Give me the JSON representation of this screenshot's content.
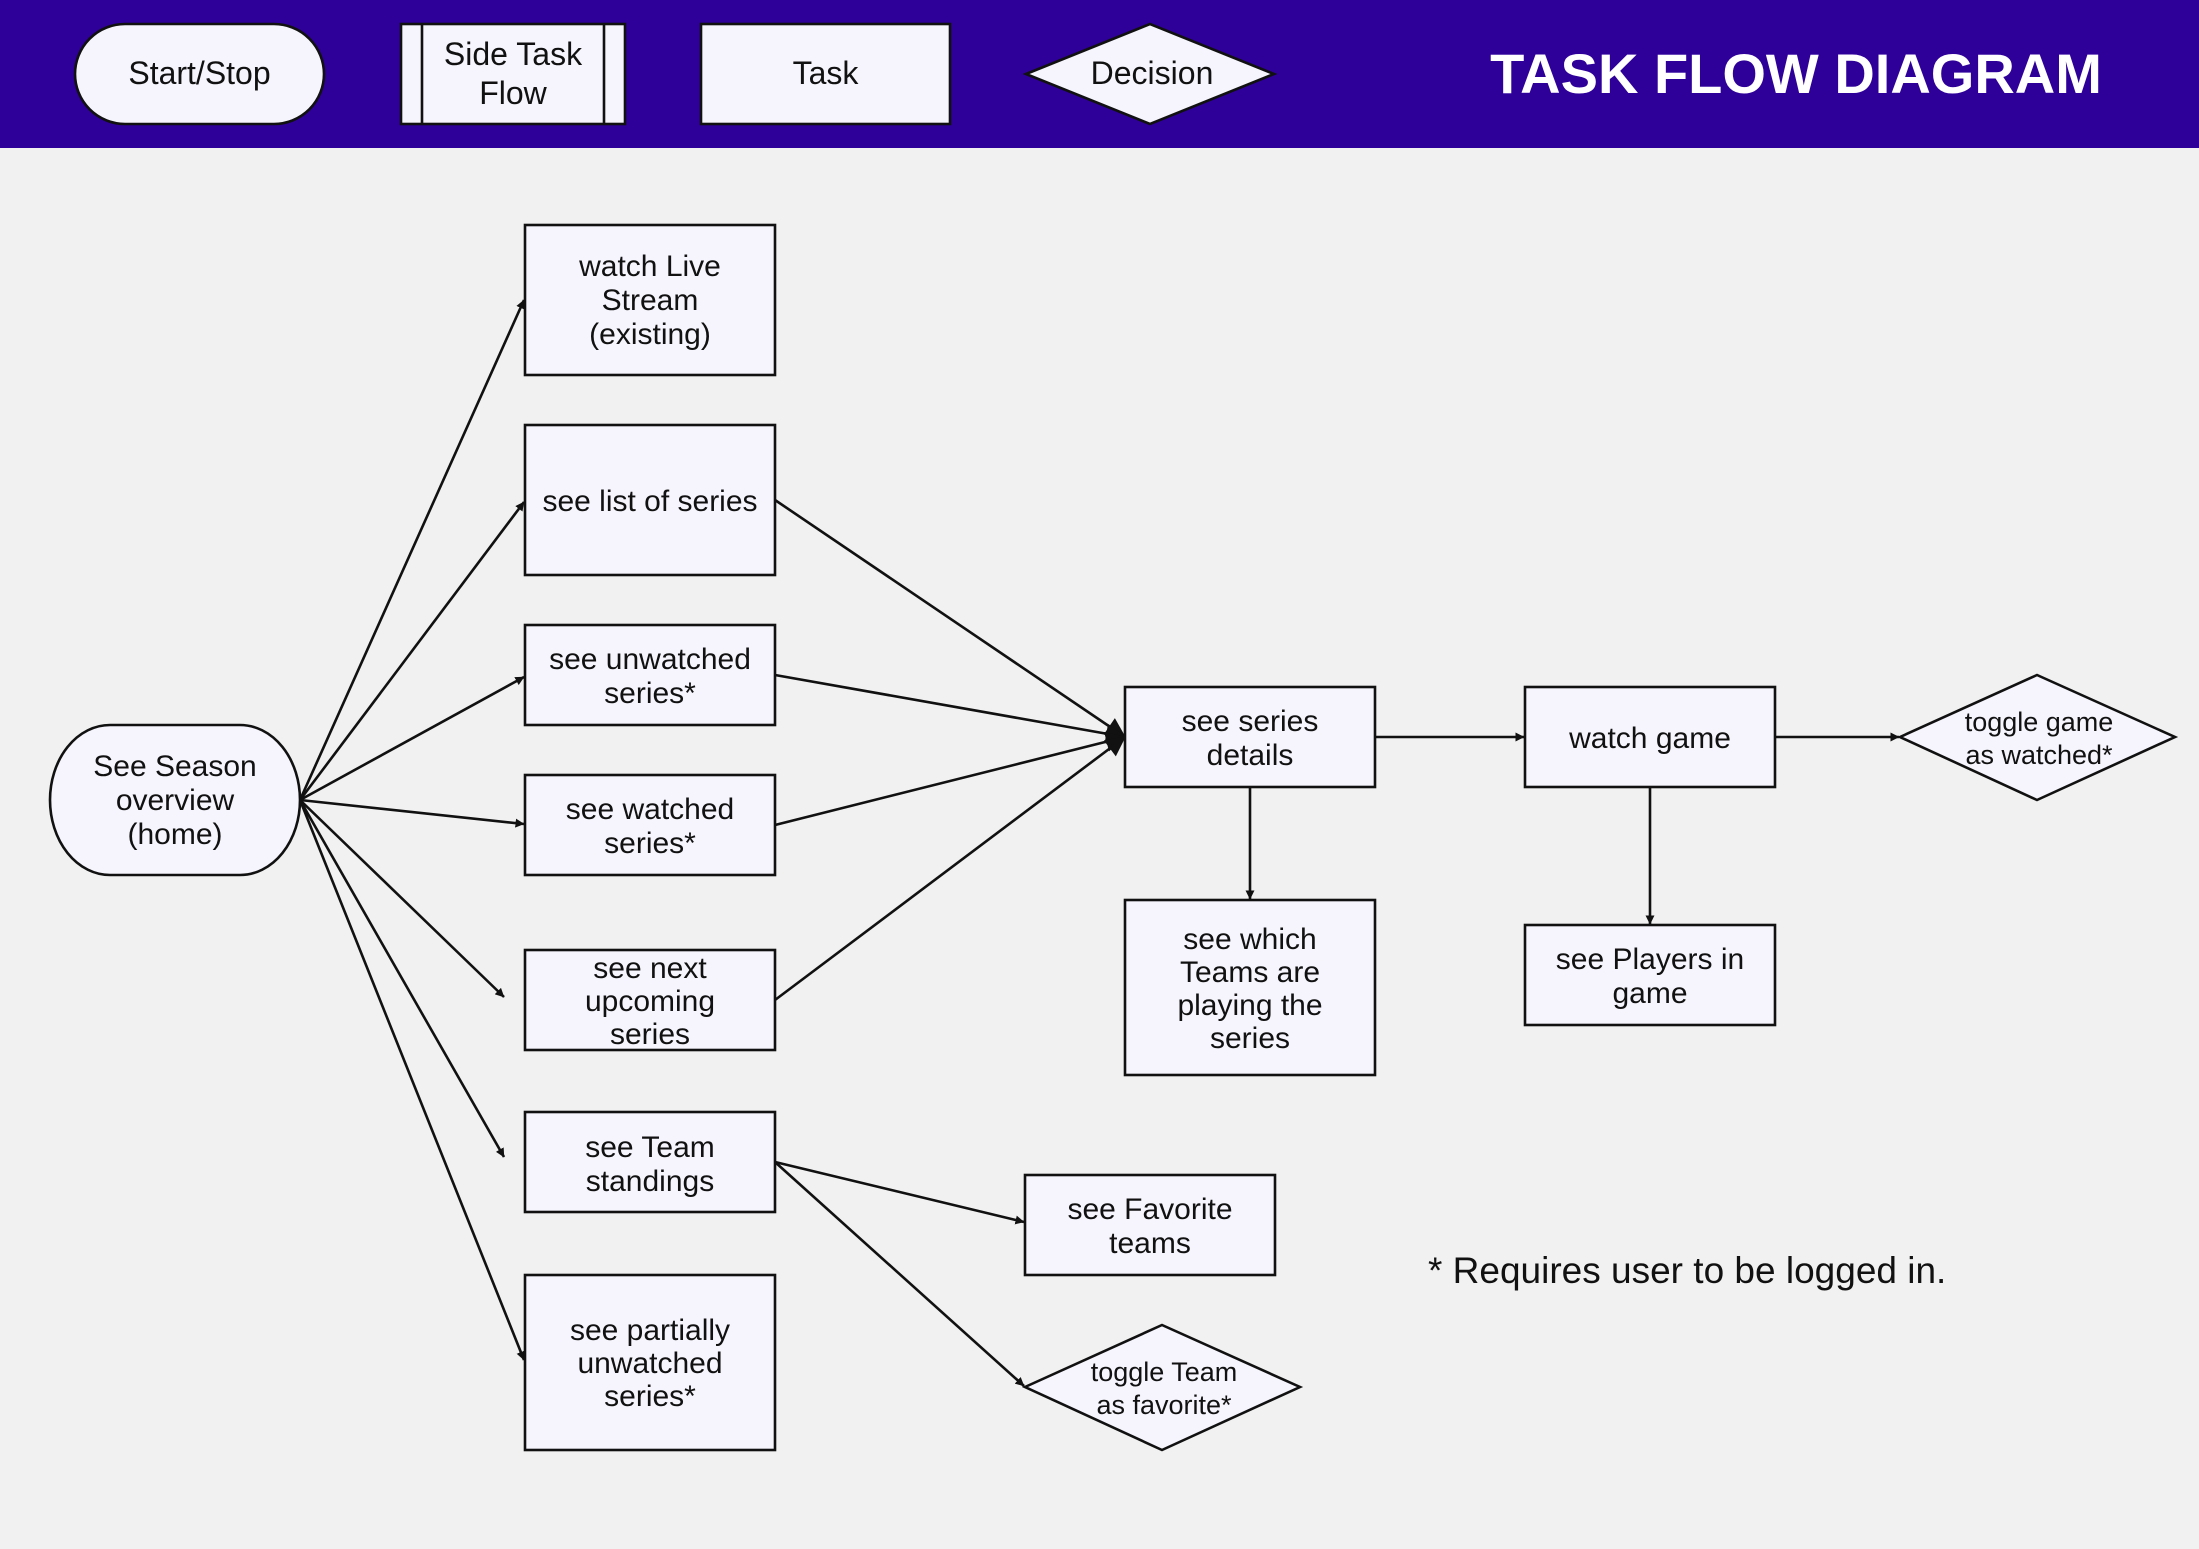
{
  "header": {
    "title": "TASK FLOW DIAGRAM",
    "background_color": "#2e0099",
    "legend": {
      "start_stop": "Start/Stop",
      "side_task": [
        "Side Task",
        "Flow"
      ],
      "task": "Task",
      "decision": "Decision"
    }
  },
  "footnote": "* Requires user to be logged in.",
  "colors": {
    "header": "#2e0099",
    "canvas": "#f1f1f1",
    "node_fill": "#f6f4fc",
    "stroke": "#111111"
  },
  "nodes": {
    "season_overview": {
      "type": "start",
      "lines": [
        "See Season",
        "overview",
        "(home)"
      ]
    },
    "live_stream": {
      "type": "task",
      "lines": [
        "watch Live",
        "Stream",
        "(existing)"
      ]
    },
    "list_series": {
      "type": "task",
      "lines": [
        "see list of series"
      ]
    },
    "unwatched": {
      "type": "task",
      "lines": [
        "see unwatched",
        "series*"
      ]
    },
    "watched": {
      "type": "task",
      "lines": [
        "see watched",
        "series*"
      ]
    },
    "next_upcoming": {
      "type": "task",
      "lines": [
        "see next",
        "upcoming",
        "series"
      ]
    },
    "team_standings": {
      "type": "task",
      "lines": [
        "see Team",
        "standings"
      ]
    },
    "partially_unwatched": {
      "type": "task",
      "lines": [
        "see partially",
        "unwatched",
        "series*"
      ]
    },
    "series_details": {
      "type": "task",
      "lines": [
        "see series",
        "details"
      ]
    },
    "teams_playing": {
      "type": "task",
      "lines": [
        "see which",
        "Teams are",
        "playing the",
        "series"
      ]
    },
    "watch_game": {
      "type": "task",
      "lines": [
        "watch game"
      ]
    },
    "players_in_game": {
      "type": "task",
      "lines": [
        "see Players in",
        "game"
      ]
    },
    "toggle_watched": {
      "type": "decision",
      "lines": [
        "toggle game",
        "as watched*"
      ]
    },
    "favorite_teams": {
      "type": "task",
      "lines": [
        "see Favorite",
        "teams"
      ]
    },
    "toggle_favorite": {
      "type": "decision",
      "lines": [
        "toggle Team",
        "as favorite*"
      ]
    }
  },
  "edges": [
    {
      "from": "season_overview",
      "to": "live_stream"
    },
    {
      "from": "season_overview",
      "to": "list_series"
    },
    {
      "from": "season_overview",
      "to": "unwatched"
    },
    {
      "from": "season_overview",
      "to": "watched"
    },
    {
      "from": "season_overview",
      "to": "next_upcoming"
    },
    {
      "from": "season_overview",
      "to": "team_standings"
    },
    {
      "from": "season_overview",
      "to": "partially_unwatched"
    },
    {
      "from": "list_series",
      "to": "series_details"
    },
    {
      "from": "unwatched",
      "to": "series_details"
    },
    {
      "from": "watched",
      "to": "series_details"
    },
    {
      "from": "next_upcoming",
      "to": "series_details"
    },
    {
      "from": "series_details",
      "to": "watch_game"
    },
    {
      "from": "series_details",
      "to": "teams_playing"
    },
    {
      "from": "watch_game",
      "to": "toggle_watched"
    },
    {
      "from": "watch_game",
      "to": "players_in_game"
    },
    {
      "from": "team_standings",
      "to": "favorite_teams"
    },
    {
      "from": "team_standings",
      "to": "toggle_favorite"
    }
  ]
}
